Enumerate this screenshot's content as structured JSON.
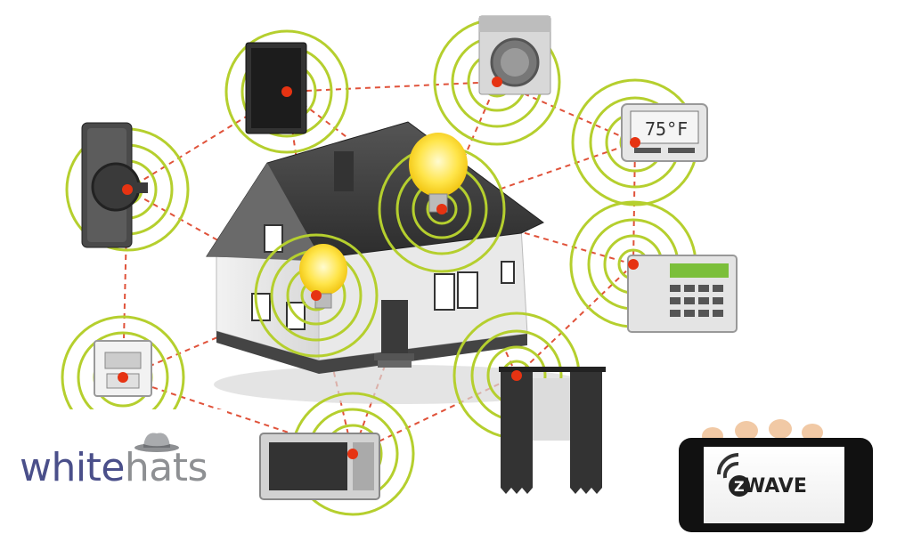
{
  "brand": {
    "logo_part1": "white",
    "logo_part2": "hats",
    "zwave_label": "WAVE",
    "zwave_badge": "Z"
  },
  "thermostat": {
    "reading": "75°F"
  },
  "colors": {
    "signal_ring": "#b5cf2e",
    "node_dot": "#e63312",
    "link_line": "#e0523a",
    "logo_primary": "#4a4f8a",
    "logo_secondary": "#8e9093"
  },
  "devices": [
    {
      "name": "tv-set-top",
      "icon": "tv-icon"
    },
    {
      "name": "washing-machine",
      "icon": "washing-machine-icon"
    },
    {
      "name": "thermostat",
      "icon": "thermostat-icon"
    },
    {
      "name": "door-lock",
      "icon": "door-lock-icon"
    },
    {
      "name": "alarm-keypad",
      "icon": "keypad-icon"
    },
    {
      "name": "smoke-detector",
      "icon": "smoke-detector-icon"
    },
    {
      "name": "microwave",
      "icon": "microwave-icon"
    },
    {
      "name": "curtains",
      "icon": "curtain-icon"
    },
    {
      "name": "light-bulb-upper",
      "icon": "light-bulb-icon"
    },
    {
      "name": "light-bulb-lower",
      "icon": "light-bulb-icon"
    }
  ]
}
